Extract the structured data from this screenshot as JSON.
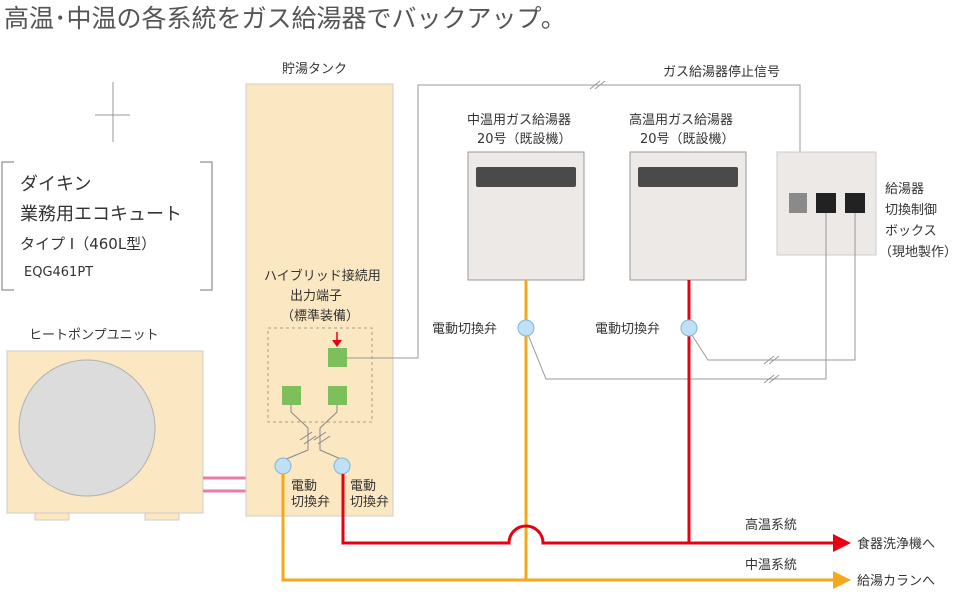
{
  "title": "高温･中温の各系統をガス給湯器でバックアップ。",
  "product": {
    "line1": "ダイキン",
    "line2": "業務用エコキュート",
    "line3": "タイプ Ⅰ（460L型）",
    "line4": "EQG461PT"
  },
  "heat_pump": {
    "label": "ヒートポンプユニット"
  },
  "tank": {
    "label": "貯湯タンク",
    "terminal_line1": "ハイブリッド接続用",
    "terminal_line2": "出力端子",
    "terminal_line3": "（標準装備）"
  },
  "tank_valve_left": {
    "line1": "電動",
    "line2": "切換弁"
  },
  "tank_valve_right": {
    "line1": "電動",
    "line2": "切換弁"
  },
  "heater_mid": {
    "line1": "中温用ガス給湯器",
    "line2": "20号（既設機）",
    "valve_label": "電動切換弁"
  },
  "heater_high": {
    "line1": "高温用ガス給湯器",
    "line2": "20号（既設機）",
    "valve_label": "電動切換弁"
  },
  "stop_signal_label": "ガス給湯器停止信号",
  "control_box": {
    "line1": "給湯器",
    "line2": "切換制御",
    "line3": "ボックス",
    "line4": "（現地製作）"
  },
  "outputs": {
    "high_label": "高温系統",
    "high_dest": "食器洗浄機へ",
    "mid_label": "中温系統",
    "mid_dest": "給湯カランへ"
  },
  "colors": {
    "high_line": "#e60012",
    "mid_line": "#f5a81c",
    "tank_fill": "#fbe7c2",
    "terminal_green": "#7dbf5a",
    "valve_blue": "#bfe0f5",
    "pipe_pink": "#e87ea8"
  }
}
